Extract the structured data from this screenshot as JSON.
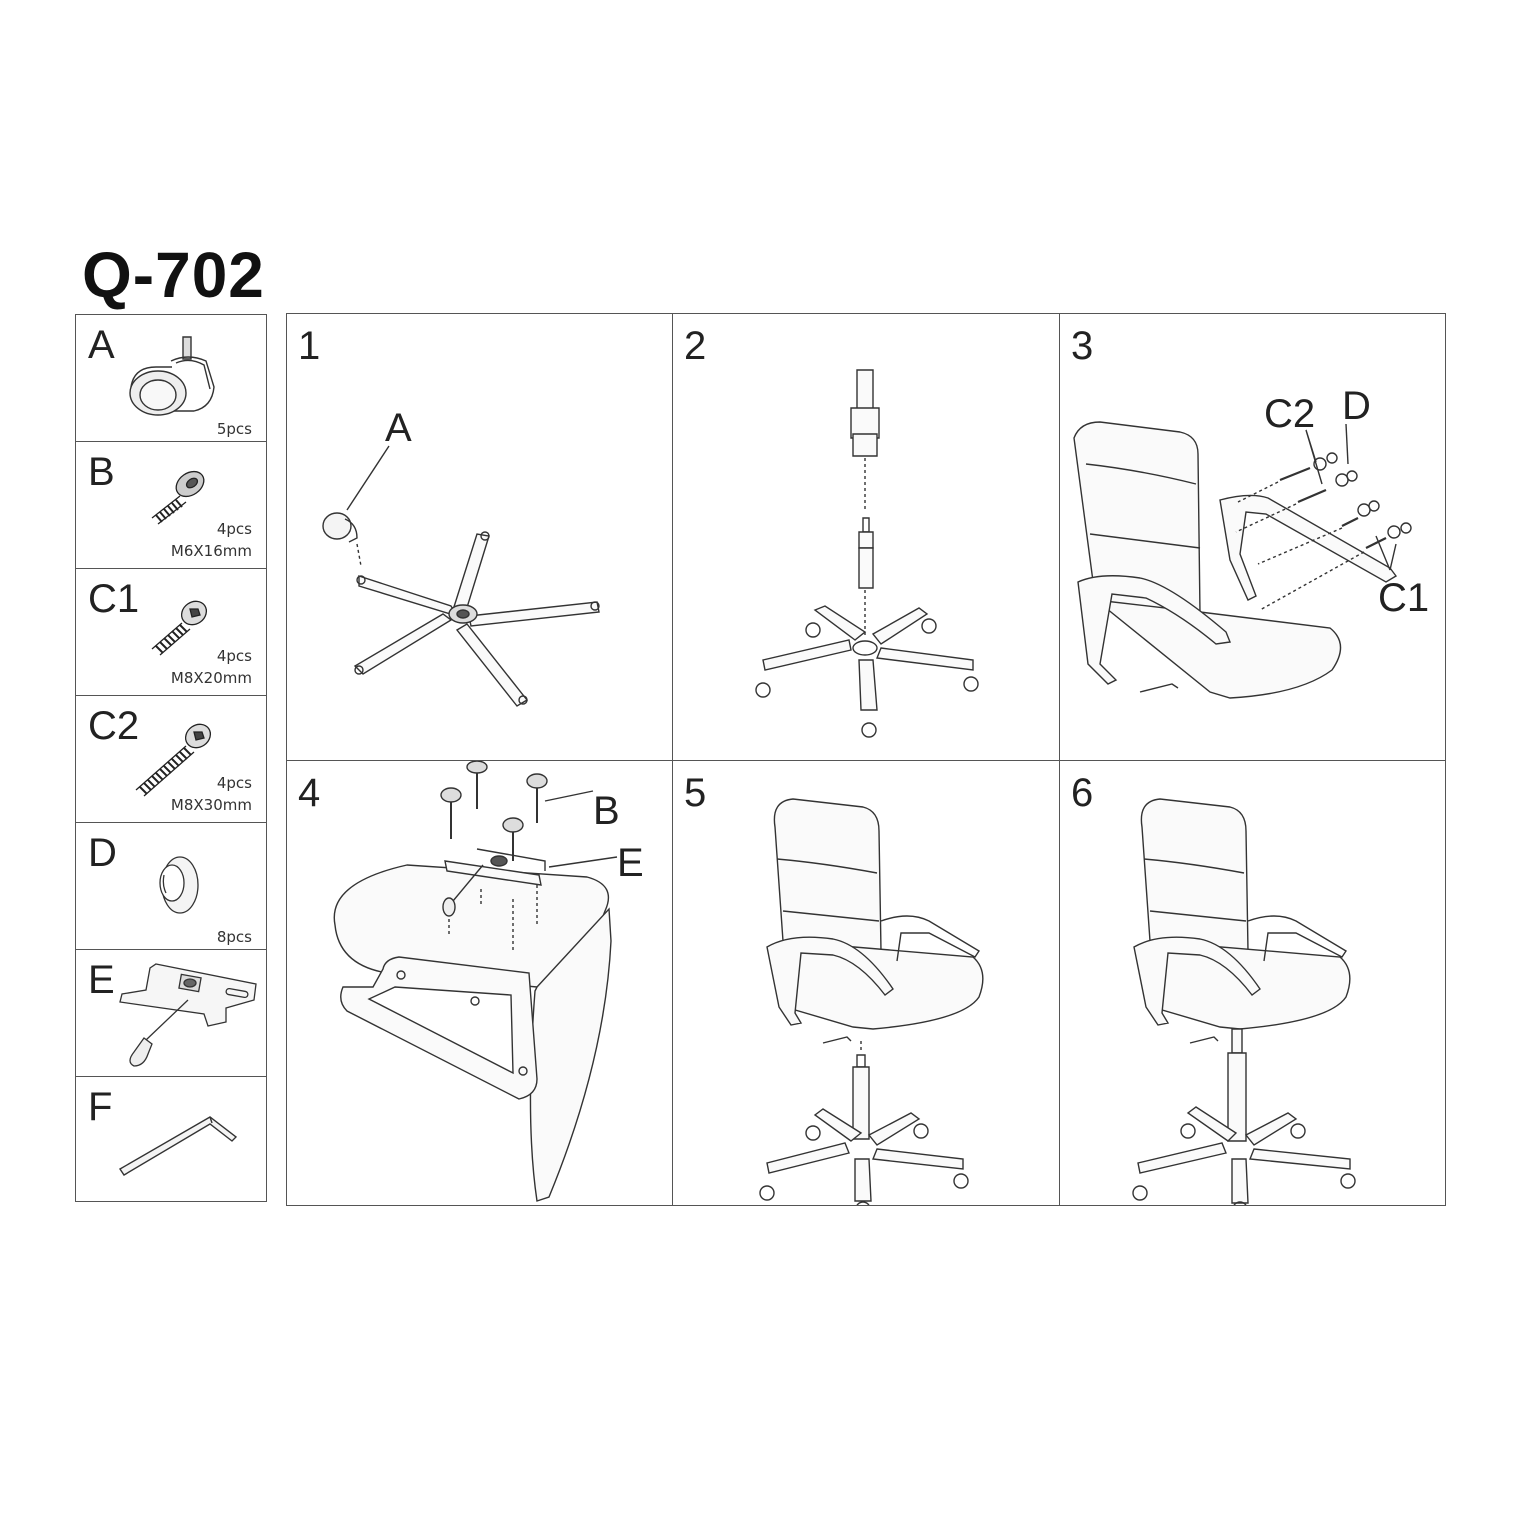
{
  "title": "Q-702",
  "parts": [
    {
      "letter": "A",
      "qty": "5pcs",
      "size": "",
      "icon": "caster-wheel-icon"
    },
    {
      "letter": "B",
      "qty": "4pcs",
      "size": "M6X16mm",
      "icon": "bolt-icon"
    },
    {
      "letter": "C1",
      "qty": "4pcs",
      "size": "M8X20mm",
      "icon": "hex-bolt-icon"
    },
    {
      "letter": "C2",
      "qty": "4pcs",
      "size": "M8X30mm",
      "icon": "long-hex-bolt-icon"
    },
    {
      "letter": "D",
      "qty": "8pcs",
      "size": "",
      "icon": "washer-cap-icon"
    },
    {
      "letter": "E",
      "qty": "",
      "size": "",
      "icon": "mechanism-plate-icon"
    },
    {
      "letter": "F",
      "qty": "",
      "size": "",
      "icon": "allen-key-icon"
    }
  ],
  "steps": [
    {
      "number": "1",
      "callouts": [
        "A"
      ]
    },
    {
      "number": "2",
      "callouts": []
    },
    {
      "number": "3",
      "callouts": [
        "C2",
        "D",
        "C1"
      ]
    },
    {
      "number": "4",
      "callouts": [
        "B",
        "E"
      ]
    },
    {
      "number": "5",
      "callouts": []
    },
    {
      "number": "6",
      "callouts": []
    }
  ]
}
